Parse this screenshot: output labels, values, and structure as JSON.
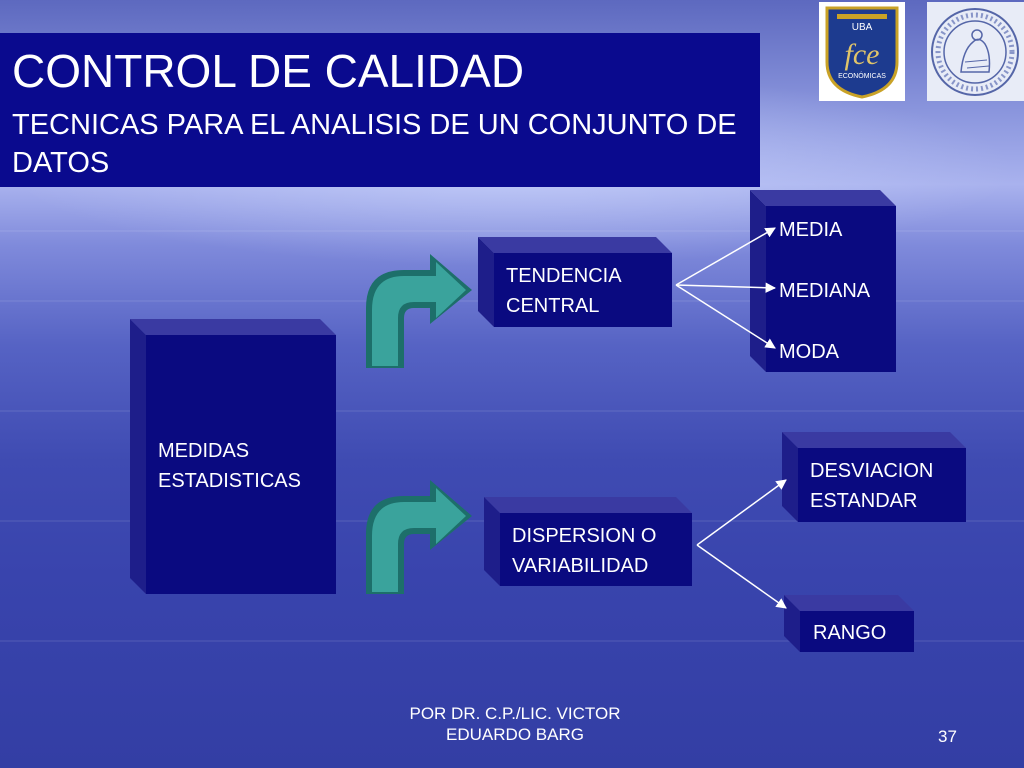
{
  "header": {
    "title": "CONTROL DE CALIDAD",
    "subtitle": "TECNICAS PARA EL ANALISIS DE UN CONJUNTO DE DATOS"
  },
  "logos": {
    "fce_top": "UBA",
    "fce_main": "fce",
    "fce_bottom": "ECONÓMICAS"
  },
  "diagram": {
    "root": [
      "MEDIDAS",
      "ESTADISTICAS"
    ],
    "tendencia": [
      "TENDENCIA",
      "CENTRAL"
    ],
    "dispersion": [
      "DISPERSION O",
      "VARIABILIDAD"
    ],
    "tendencia_items": [
      "MEDIA",
      "MEDIANA",
      "MODA"
    ],
    "desviacion": [
      "DESVIACION",
      "ESTANDAR"
    ],
    "rango": "RANGO"
  },
  "footer": {
    "author_line1": "POR DR. C.P./LIC. VICTOR",
    "author_line2": "EDUARDO BARG",
    "page_number": "37"
  },
  "colors": {
    "title_box": "#0a0a8e",
    "box_front": "#0a0a80",
    "arrow": "#3aa39c"
  }
}
